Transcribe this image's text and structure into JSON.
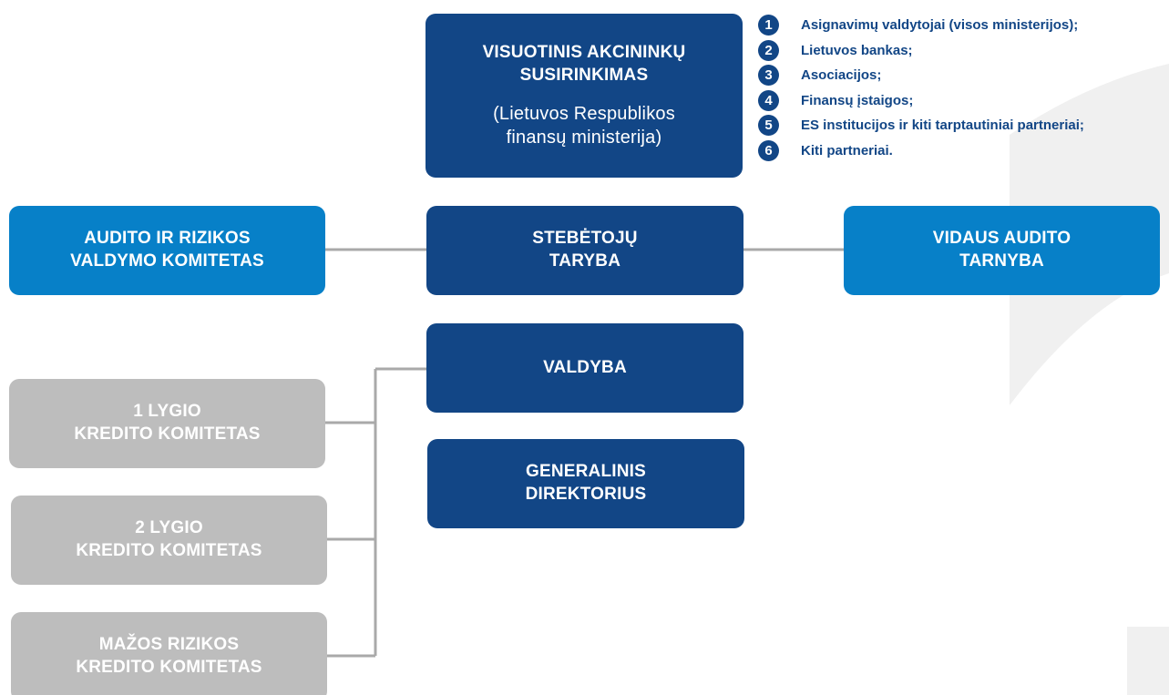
{
  "colors": {
    "navy": "#124686",
    "blue": "#0780c8",
    "grey": "#bdbdbd",
    "connector": "#a9a9a9",
    "watermark": "#f0f0f0"
  },
  "top_box": {
    "title_line1": "VISUOTINIS AKCININKŲ",
    "title_line2": "SUSIRINKIMAS",
    "sub_line1": "(Lietuvos Respublikos",
    "sub_line2": "finansų ministerija)"
  },
  "legend": [
    {
      "num": "1",
      "text": "Asignavimų valdytojai (visos ministerijos);"
    },
    {
      "num": "2",
      "text": "Lietuvos bankas;"
    },
    {
      "num": "3",
      "text": "Asociacijos;"
    },
    {
      "num": "4",
      "text": "Finansų įstaigos;"
    },
    {
      "num": "5",
      "text": "ES institucijos ir kiti tarptautiniai partneriai;"
    },
    {
      "num": "6",
      "text": "Kiti partneriai."
    }
  ],
  "audit_committee": {
    "line1": "AUDITO IR RIZIKOS",
    "line2": "VALDYMO KOMITETAS"
  },
  "supervisory_board": {
    "line1": "STEBĖTOJŲ",
    "line2": "TARYBA"
  },
  "internal_audit": {
    "line1": "VIDAUS AUDITO",
    "line2": "TARNYBA"
  },
  "board": {
    "line1": "VALDYBA"
  },
  "ceo": {
    "line1": "GENERALINIS",
    "line2": "DIREKTORIUS"
  },
  "credit_committees": [
    {
      "line1": "1 LYGIO",
      "line2": "KREDITO KOMITETAS"
    },
    {
      "line1": "2 LYGIO",
      "line2": "KREDITO KOMITETAS"
    },
    {
      "line1": "MAŽOS RIZIKOS",
      "line2": "KREDITO KOMITETAS"
    }
  ]
}
